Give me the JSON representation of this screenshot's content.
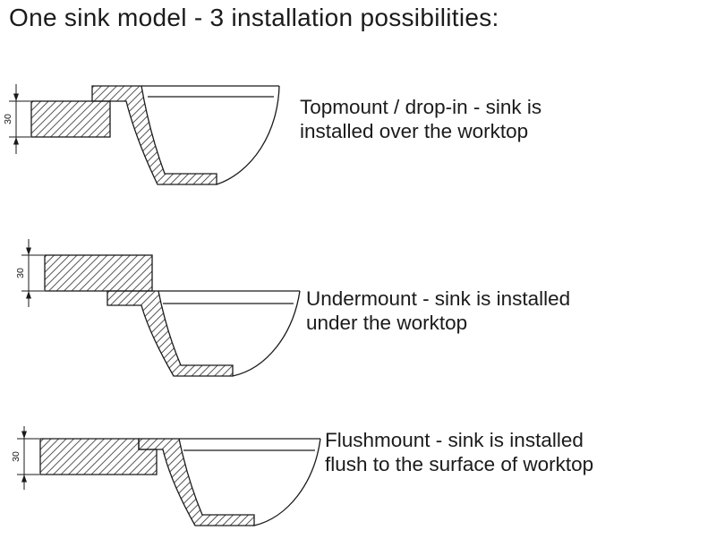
{
  "title": "One sink model - 3 installation possibilities:",
  "sections": [
    {
      "dimension": "30",
      "lines": [
        "Topmount / drop-in - sink is",
        "installed over the worktop"
      ]
    },
    {
      "dimension": "30",
      "lines": [
        "Undermount - sink is installed",
        "under the worktop"
      ]
    },
    {
      "dimension": "30",
      "lines": [
        "Flushmount - sink is installed",
        "flush to the surface of worktop"
      ]
    }
  ],
  "colors": {
    "line": "#1a1a1a",
    "hatch": "#555555",
    "background": "#ffffff",
    "text": "#1b1b1b"
  }
}
